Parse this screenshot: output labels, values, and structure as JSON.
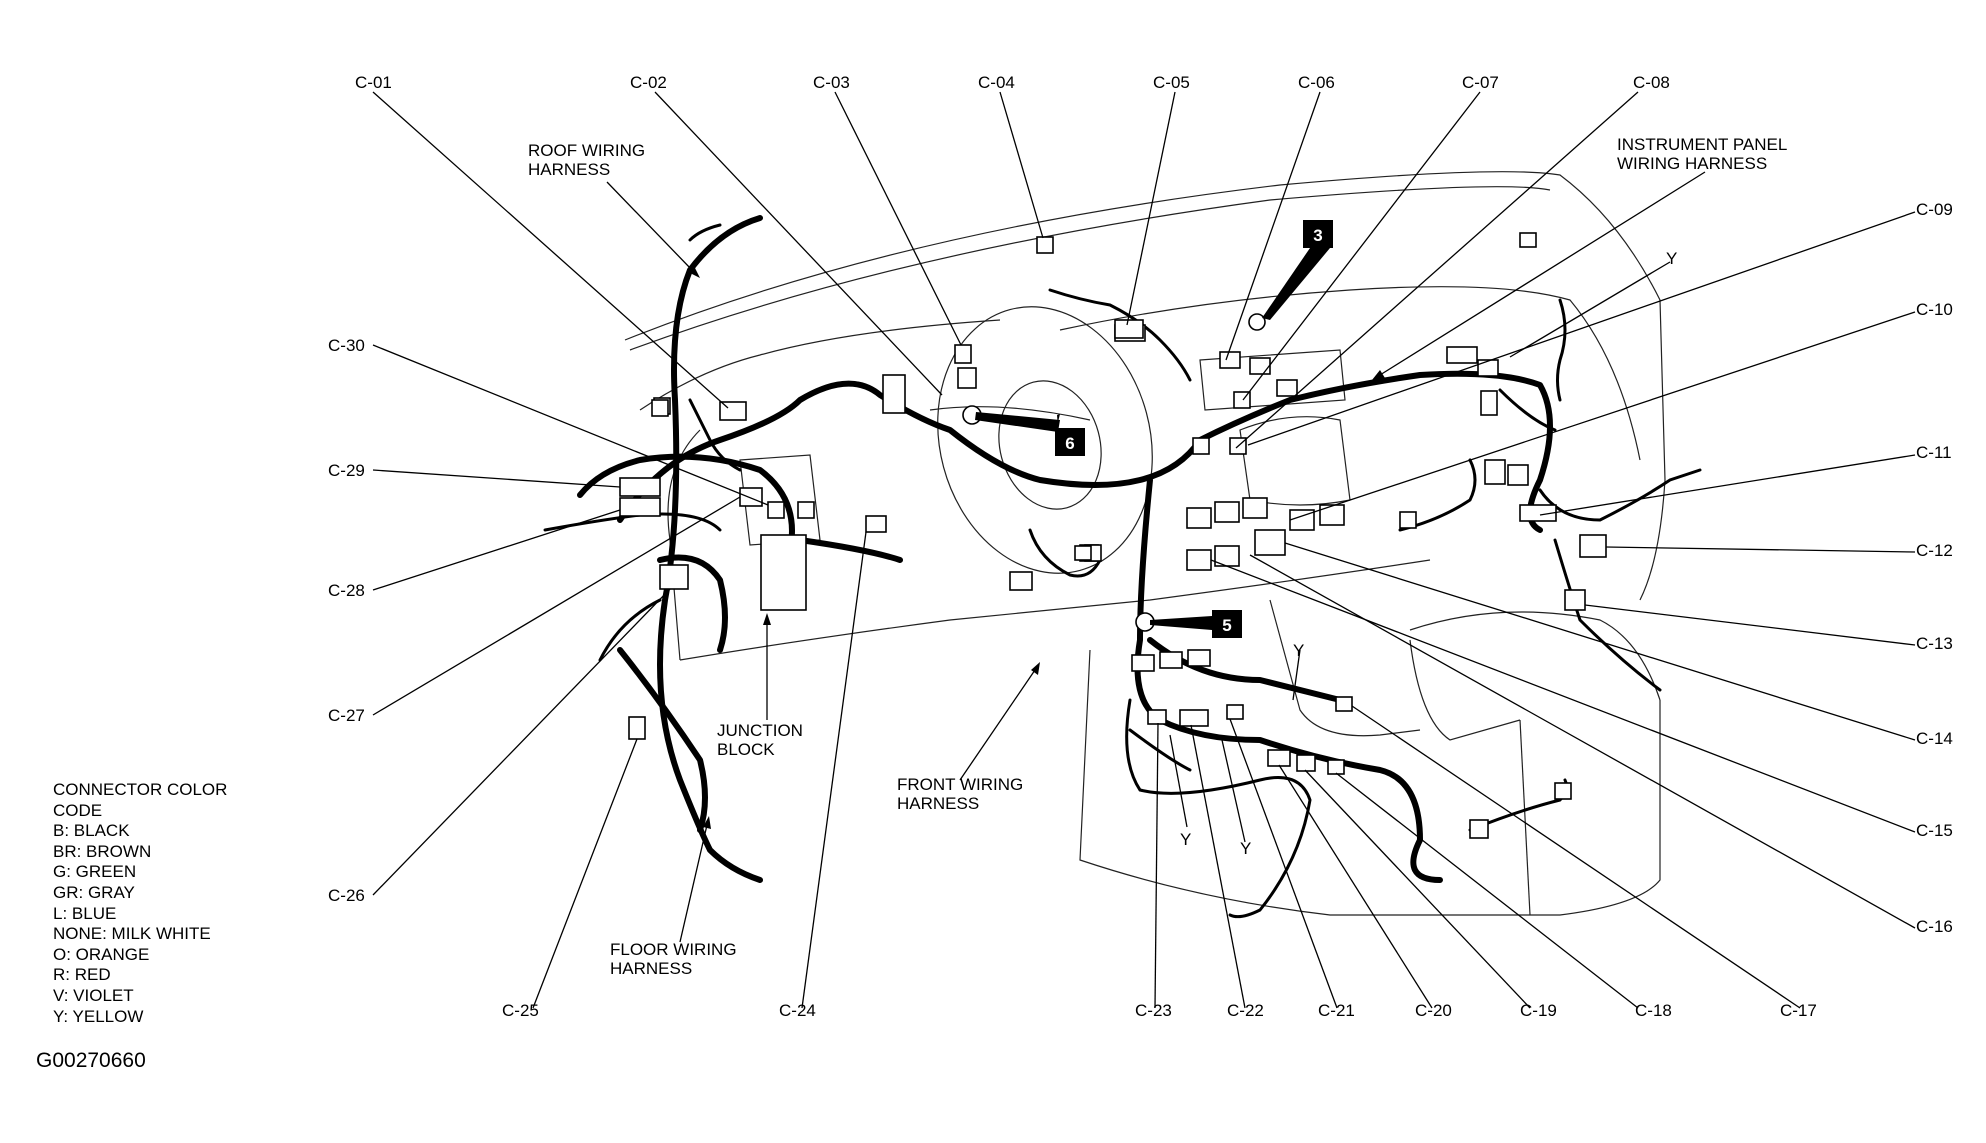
{
  "connectors": {
    "c01": "C-01",
    "c02": "C-02",
    "c03": "C-03",
    "c04": "C-04",
    "c05": "C-05",
    "c06": "C-06",
    "c07": "C-07",
    "c08": "C-08",
    "c09": "C-09",
    "c10": "C-10",
    "c11": "C-11",
    "c12": "C-12",
    "c13": "C-13",
    "c14": "C-14",
    "c15": "C-15",
    "c16": "C-16",
    "c17": "C-17",
    "c18": "C-18",
    "c19": "C-19",
    "c20": "C-20",
    "c21": "C-21",
    "c22": "C-22",
    "c23": "C-23",
    "c24": "C-24",
    "c25": "C-25",
    "c26": "C-26",
    "c27": "C-27",
    "c28": "C-28",
    "c29": "C-29",
    "c30": "C-30"
  },
  "harness": {
    "roof": [
      "ROOF WIRING",
      "HARNESS"
    ],
    "instrument": [
      "INSTRUMENT PANEL",
      "WIRING HARNESS"
    ],
    "front": [
      "FRONT WIRING",
      "HARNESS"
    ],
    "floor": [
      "FLOOR WIRING",
      "HARNESS"
    ],
    "junction": [
      "JUNCTION",
      "BLOCK"
    ]
  },
  "markers": {
    "m3": "3",
    "m5": "5",
    "m6": "6"
  },
  "color_y": "Y",
  "legend": {
    "title": [
      "CONNECTOR COLOR",
      "CODE"
    ],
    "entries": [
      "B: BLACK",
      "BR: BROWN",
      "G: GREEN",
      "GR: GRAY",
      "L: BLUE",
      "NONE: MILK WHITE",
      "O: ORANGE",
      "R: RED",
      "V: VIOLET",
      "Y: YELLOW"
    ]
  },
  "figure_id": "G00270660"
}
